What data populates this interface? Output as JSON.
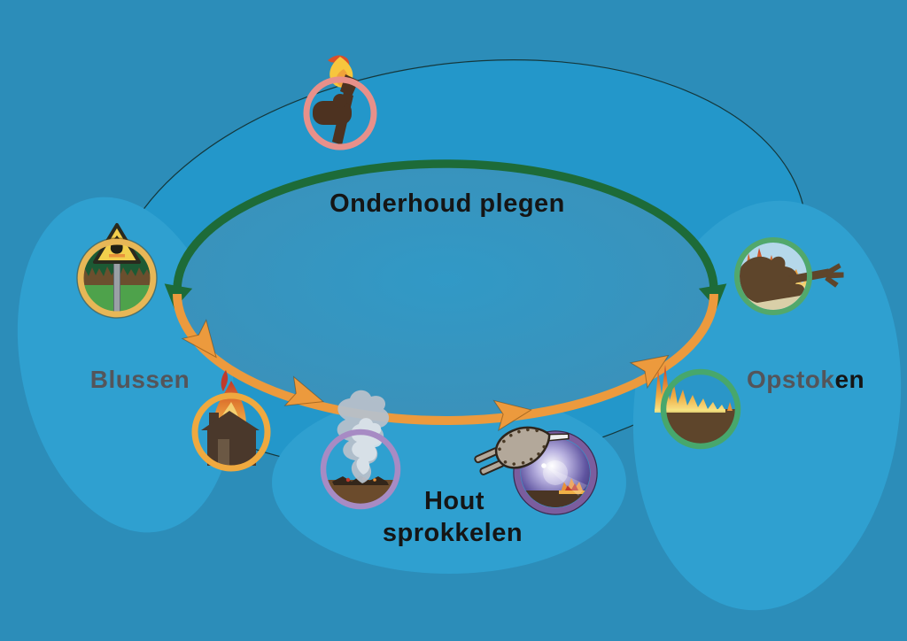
{
  "diagram": {
    "type": "cycle-diagram",
    "language": "nl",
    "labels": {
      "onderhoud": "Onderhoud plegen",
      "blussen": "Blussen",
      "opstoken_part1": "Opstok",
      "opstoken_part2": "en",
      "hout_line1": "Hout",
      "hout_line2": "sprokkelen"
    },
    "stages": [
      {
        "id": "onderhoud-plegen",
        "label": "Onderhoud plegen",
        "position": "top",
        "icons": [
          "torch-hand-icon"
        ]
      },
      {
        "id": "opstoken",
        "label": "Opstoken",
        "position": "right",
        "icons": [
          "drip-torch-icon",
          "fire-front-icon"
        ]
      },
      {
        "id": "hout-sprokkelen",
        "label": "Hout sprokkelen",
        "position": "bottom",
        "icons": [
          "smoldering-fire-icon",
          "bellows-icon"
        ]
      },
      {
        "id": "blussen",
        "label": "Blussen",
        "position": "left",
        "icons": [
          "fire-warning-sign-icon",
          "burning-house-icon"
        ]
      }
    ],
    "arcs": {
      "top_arc": {
        "color": "#1D6B38",
        "arrowheads": 2,
        "label": "Onderhoud plegen"
      },
      "bottom_arc": {
        "color": "#EC9A3D",
        "arrowheads": 4,
        "direction": "left-to-right"
      }
    },
    "colors": {
      "background": "#2C8DB9",
      "outer_shape": "#2397CA",
      "panel_blue": "#2FA0D0",
      "inner_ellipse": "#3A92BB",
      "green_arc": "#1D6B38",
      "orange_arc": "#EC9A3D",
      "torch_ring": "#E8908A",
      "tower_ring": "#E7B757",
      "house_ring": "#EFA93F",
      "smolder_ring": "#A78BC4",
      "bellows_ring": "#7B5D9E",
      "driptorch_ring": "#52A86B",
      "firefront_ring": "#47A76C",
      "label_black": "#151515",
      "label_gray": "#54555A"
    }
  }
}
